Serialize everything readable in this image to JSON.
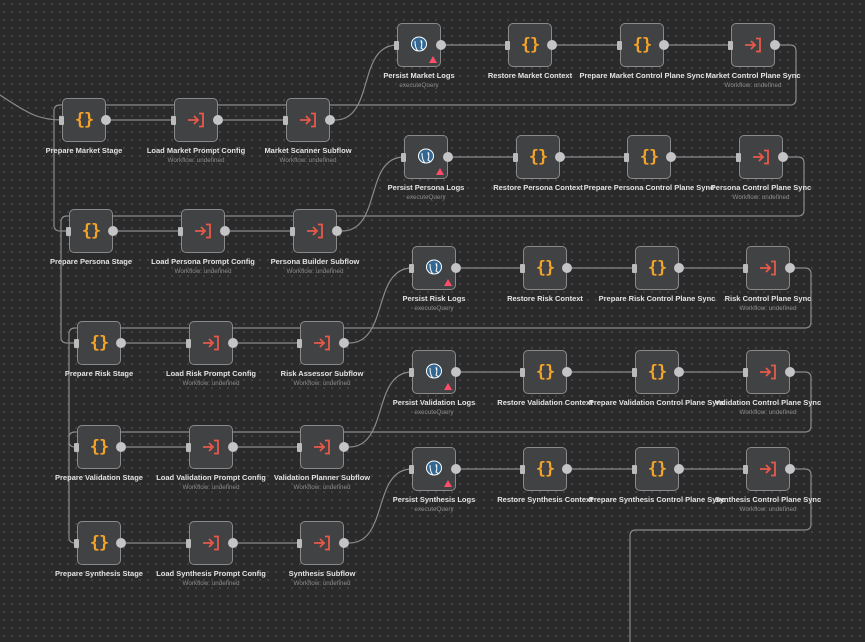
{
  "colors": {
    "code": "#f4a32a",
    "execute": "#e8594b",
    "postgres": "#336791",
    "warning": "#ff4d6a",
    "edge": "#8a8a8c"
  },
  "rows": [
    {
      "name": "market",
      "nodes": [
        {
          "label": "Prepare Market Stage",
          "sub": "",
          "icon": "code-braces-icon"
        },
        {
          "label": "Load Market Prompt Config",
          "sub": "Workflow: undefined",
          "icon": "execute-workflow-icon"
        },
        {
          "label": "Market Scanner Subflow",
          "sub": "Workflow: undefined",
          "icon": "execute-workflow-icon"
        },
        {
          "label": "Persist Market Logs",
          "sub": "executeQuery",
          "icon": "postgres-icon",
          "warning": true
        },
        {
          "label": "Restore Market Context",
          "sub": "",
          "icon": "code-braces-icon"
        },
        {
          "label": "Prepare Market Control Plane Sync",
          "sub": "",
          "icon": "code-braces-icon"
        },
        {
          "label": "Market Control Plane Sync",
          "sub": "Workflow: undefined",
          "icon": "execute-workflow-icon"
        }
      ]
    },
    {
      "name": "persona",
      "nodes": [
        {
          "label": "Prepare Persona Stage",
          "sub": "",
          "icon": "code-braces-icon"
        },
        {
          "label": "Load Persona Prompt Config",
          "sub": "Workflow: undefined",
          "icon": "execute-workflow-icon"
        },
        {
          "label": "Persona Builder Subflow",
          "sub": "Workflow: undefined",
          "icon": "execute-workflow-icon"
        },
        {
          "label": "Persist Persona Logs",
          "sub": "executeQuery",
          "icon": "postgres-icon",
          "warning": true
        },
        {
          "label": "Restore Persona Context",
          "sub": "",
          "icon": "code-braces-icon"
        },
        {
          "label": "Prepare Persona Control Plane Sync",
          "sub": "",
          "icon": "code-braces-icon"
        },
        {
          "label": "Persona Control Plane Sync",
          "sub": "Workflow: undefined",
          "icon": "execute-workflow-icon"
        }
      ]
    },
    {
      "name": "risk",
      "nodes": [
        {
          "label": "Prepare Risk Stage",
          "sub": "",
          "icon": "code-braces-icon"
        },
        {
          "label": "Load Risk Prompt Config",
          "sub": "Workflow: undefined",
          "icon": "execute-workflow-icon"
        },
        {
          "label": "Risk Assessor Subflow",
          "sub": "Workflow: undefined",
          "icon": "execute-workflow-icon"
        },
        {
          "label": "Persist Risk Logs",
          "sub": "executeQuery",
          "icon": "postgres-icon",
          "warning": true
        },
        {
          "label": "Restore Risk Context",
          "sub": "",
          "icon": "code-braces-icon"
        },
        {
          "label": "Prepare Risk Control Plane Sync",
          "sub": "",
          "icon": "code-braces-icon"
        },
        {
          "label": "Risk Control Plane Sync",
          "sub": "Workflow: undefined",
          "icon": "execute-workflow-icon"
        }
      ]
    },
    {
      "name": "validation",
      "nodes": [
        {
          "label": "Prepare Validation Stage",
          "sub": "",
          "icon": "code-braces-icon"
        },
        {
          "label": "Load Validation Prompt Config",
          "sub": "Workflow: undefined",
          "icon": "execute-workflow-icon"
        },
        {
          "label": "Validation Planner Subflow",
          "sub": "Workflow: undefined",
          "icon": "execute-workflow-icon"
        },
        {
          "label": "Persist Validation Logs",
          "sub": "executeQuery",
          "icon": "postgres-icon",
          "warning": true
        },
        {
          "label": "Restore Validation Context",
          "sub": "",
          "icon": "code-braces-icon"
        },
        {
          "label": "Prepare Validation Control Plane Sync",
          "sub": "",
          "icon": "code-braces-icon"
        },
        {
          "label": "Validation Control Plane Sync",
          "sub": "Workflow: undefined",
          "icon": "execute-workflow-icon"
        }
      ]
    },
    {
      "name": "synthesis",
      "nodes": [
        {
          "label": "Prepare Synthesis Stage",
          "sub": "",
          "icon": "code-braces-icon"
        },
        {
          "label": "Load Synthesis Prompt Config",
          "sub": "Workflow: undefined",
          "icon": "execute-workflow-icon"
        },
        {
          "label": "Synthesis Subflow",
          "sub": "Workflow: undefined",
          "icon": "execute-workflow-icon"
        },
        {
          "label": "Persist Synthesis Logs",
          "sub": "executeQuery",
          "icon": "postgres-icon",
          "warning": true
        },
        {
          "label": "Restore Synthesis Context",
          "sub": "",
          "icon": "code-braces-icon"
        },
        {
          "label": "Prepare Synthesis Control Plane Sync",
          "sub": "",
          "icon": "code-braces-icon"
        },
        {
          "label": "Synthesis Control Plane Sync",
          "sub": "Workflow: undefined",
          "icon": "execute-workflow-icon"
        }
      ]
    }
  ]
}
